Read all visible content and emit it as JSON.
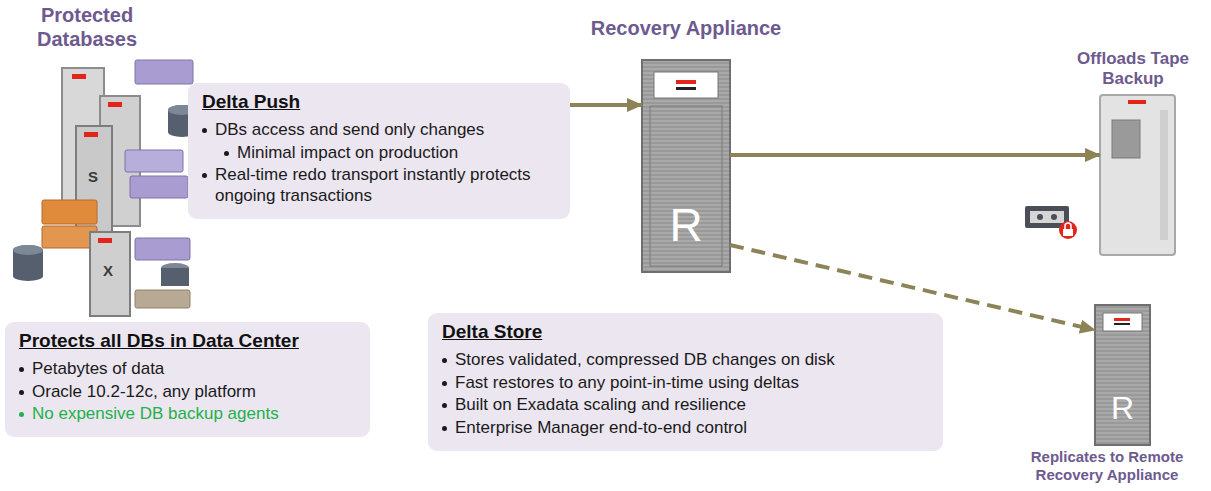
{
  "diagram": {
    "nodes": [
      {
        "text": [
          "Protected Databases"
        ]
      },
      {
        "text": [
          "Delta Push",
          "DBs access and send only changes",
          "Minimal impact on production",
          "Real-time redo transport instantly protects ongoing transactions"
        ]
      },
      {
        "text": [
          "Recovery Appliance",
          "R"
        ]
      },
      {
        "text": [
          "Offloads Tape Backup"
        ]
      },
      {
        "text": [
          "R",
          "Replicates to Remote Recovery Appliance"
        ]
      },
      {
        "text": [
          "Protects all DBs in Data Center",
          "Petabytes of data",
          "Oracle 10.2-12c, any platform",
          "No expensive DB backup agents"
        ]
      },
      {
        "text": [
          "Delta Store",
          "Stores validated, compressed DB changes on disk",
          "Fast restores to any point-in-time using deltas",
          "Built on Exadata scaling and resilience",
          "Enterprise Manager end-to-end control"
        ]
      }
    ],
    "edges": [
      {
        "from": 1,
        "to": 2,
        "arrow": "to"
      },
      {
        "from": 2,
        "to": 3,
        "arrow": "to"
      },
      {
        "from": 2,
        "to": 4,
        "arrow": "to"
      }
    ],
    "labels": [
      "S",
      "X"
    ]
  }
}
